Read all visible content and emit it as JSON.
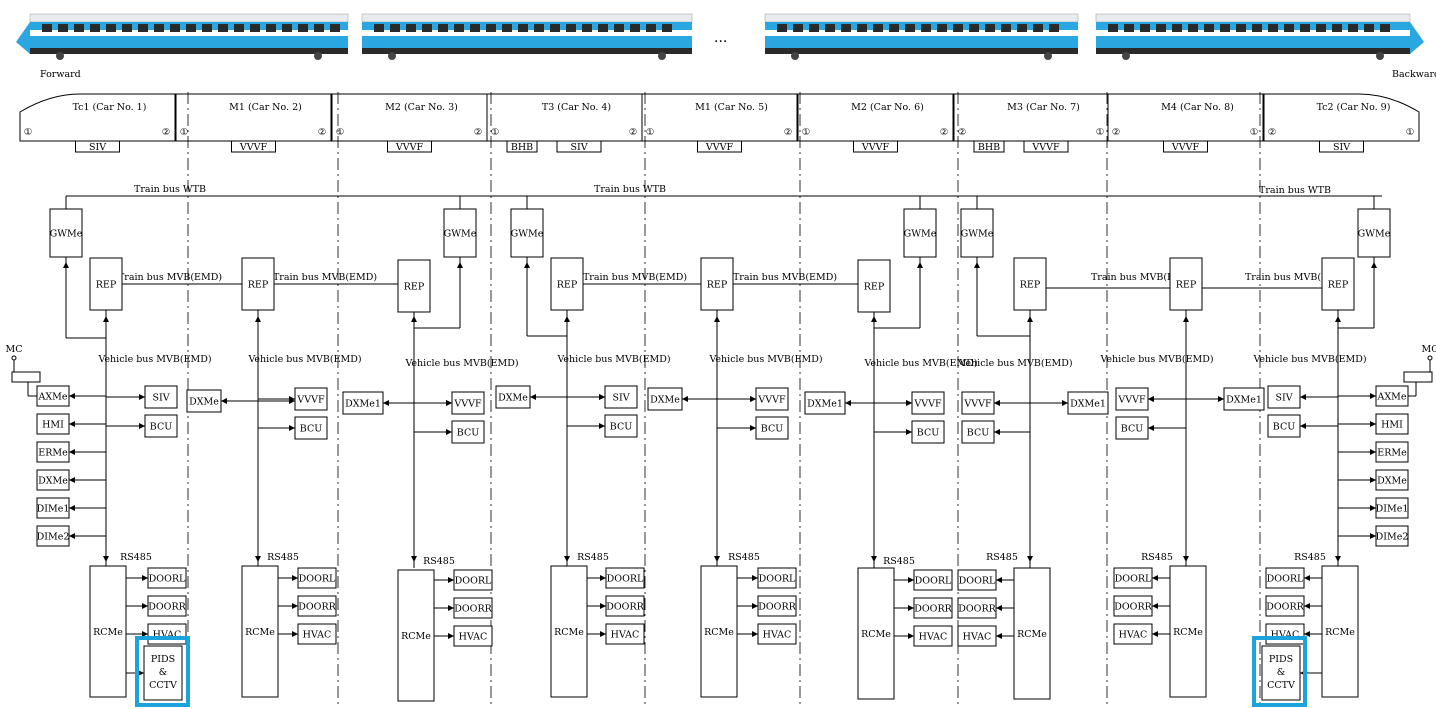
{
  "header": {
    "forward": "Forward",
    "backward": "Backward",
    "ellipsis": "..."
  },
  "cars": [
    {
      "name": "Tc1 (Car No. 1)",
      "left_port": "①",
      "right_port": "②",
      "equipment": [
        "SIV"
      ]
    },
    {
      "name": "M1 (Car No. 2)",
      "left_port": "①",
      "right_port": "②",
      "equipment": [
        "VVVF"
      ]
    },
    {
      "name": "M2 (Car No. 3)",
      "left_port": "①",
      "right_port": "②",
      "equipment": [
        "VVVF"
      ]
    },
    {
      "name": "T3 (Car No. 4)",
      "left_port": "①",
      "right_port": "②",
      "equipment": [
        "BHB",
        "SIV"
      ]
    },
    {
      "name": "M1 (Car No. 5)",
      "left_port": "①",
      "right_port": "②",
      "equipment": [
        "VVVF"
      ]
    },
    {
      "name": "M2 (Car No. 6)",
      "left_port": "①",
      "right_port": "②",
      "equipment": [
        "VVVF"
      ]
    },
    {
      "name": "M3 (Car No. 7)",
      "left_port": "②",
      "right_port": "①",
      "equipment": [
        "BHB",
        "VVVF"
      ]
    },
    {
      "name": "M4 (Car No. 8)",
      "left_port": "②",
      "right_port": "①",
      "equipment": [
        "VVVF"
      ]
    },
    {
      "name": "Tc2 (Car No. 9)",
      "left_port": "②",
      "right_port": "①",
      "equipment": [
        "SIV"
      ]
    }
  ],
  "buses": {
    "wtb": "Train bus WTB",
    "mvb_train": "Train bus MVB(EMD)",
    "mvb_vehicle": "Vehicle bus MVB(EMD)",
    "rs485": "RS485"
  },
  "nodes": {
    "gwme": "GWMe",
    "rep": "REP",
    "rcme": "RCMe",
    "mc": "MC",
    "axme": "AXMe",
    "hmi": "HMI",
    "erme": "ERMe",
    "dxme": "DXMe",
    "dime1": "DIMe1",
    "dime2": "DIMe2",
    "dxme1": "DXMe1",
    "siv": "SIV",
    "bcu": "BCU",
    "vvvf": "VVVF",
    "doorl": "DOORL",
    "doorr": "DOORR",
    "hvac": "HVAC",
    "pids_1": "PIDS",
    "pids_2": "&",
    "pids_3": "CCTV"
  },
  "colors": {
    "highlight": "#1aa3dc",
    "train_body": "#2aa6e0",
    "train_top": "#e8ecef",
    "train_dark": "#2a2a2a"
  }
}
